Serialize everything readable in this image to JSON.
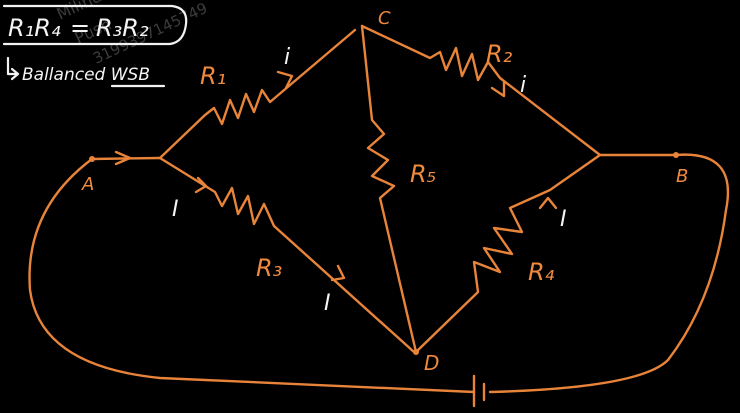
{
  "equation": {
    "lhs": "R₁R₄",
    "eq": "=",
    "rhs": "R₃R₂",
    "note": "Ballanced WSB"
  },
  "watermark": {
    "line1": "Milind",
    "line2": "Push",
    "line3": "3199397145749"
  },
  "nodes": {
    "A": "A",
    "B": "B",
    "C": "C",
    "D": "D"
  },
  "resistors": {
    "r1": "R₁",
    "r2": "R₂",
    "r3": "R₃",
    "r4": "R₄",
    "r5": "R₅"
  },
  "currents": {
    "i_r1": "i",
    "i_r2": "i",
    "I_r3": "I",
    "I_r3b": "I",
    "I_r4": "I"
  },
  "colors": {
    "circuit": "#e8843a",
    "annotation": "#f2f2f2",
    "background": "#000000"
  }
}
